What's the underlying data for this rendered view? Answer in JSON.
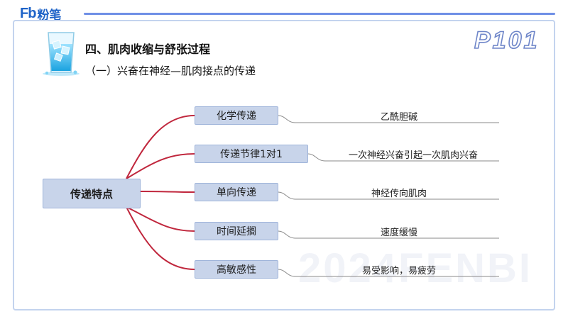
{
  "brand": {
    "mark": "Fb",
    "name": "粉笔"
  },
  "page_number": "P101",
  "watermark": "2024FENBI",
  "section_title": "四、肌肉收缩与舒张过程",
  "subsection_title": "（一）兴奋在神经—肌肉接点的传递",
  "mindmap": {
    "root": "传递特点",
    "branches": [
      {
        "label": "化学传递",
        "detail": "乙酰胆碱"
      },
      {
        "label": "传递节律1对1",
        "detail": "一次神经兴奋引起一次肌肉兴奋"
      },
      {
        "label": "单向传递",
        "detail": "神经传向肌肉"
      },
      {
        "label": "时间延搁",
        "detail": "速度缓慢"
      },
      {
        "label": "高敏感性",
        "detail": "易受影响，易疲劳"
      }
    ]
  },
  "colors": {
    "accent": "#1e63c8",
    "branch_line": "#c0273d",
    "node_fill": "#c8d4ea",
    "frame": "#c3d3ee"
  }
}
